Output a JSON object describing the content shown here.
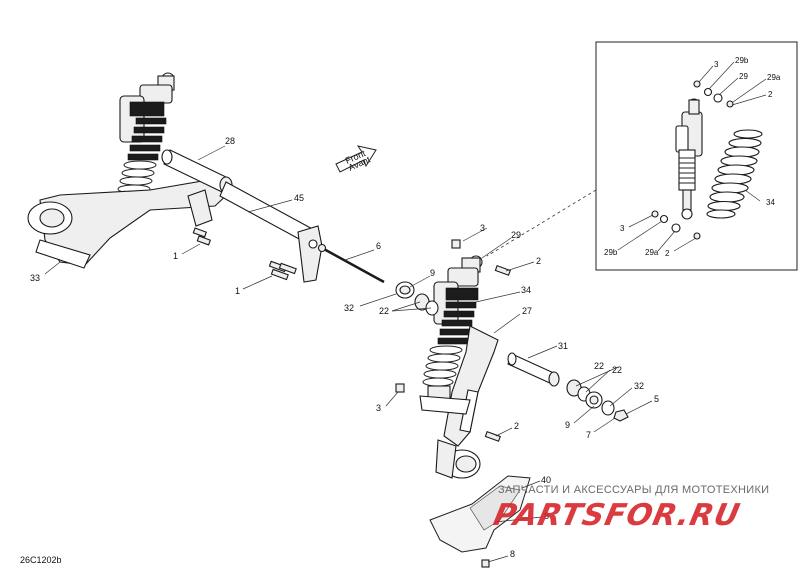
{
  "diagram_code": "26C1202b",
  "direction_label": {
    "line1": "Front",
    "line2": "Avant"
  },
  "watermark": {
    "title": "ЗАПЧАСТИ И АКСЕССУАРЫ ДЛЯ МОТОТЕХНИКИ",
    "brand": "PARTSFOR.RU",
    "brand_color": "#d7262c"
  },
  "callouts": {
    "c28": "28",
    "c45": "45",
    "c1a": "1",
    "c1b": "1",
    "c33": "33",
    "c6": "6",
    "c3a": "3",
    "c29": "29",
    "c2a": "2",
    "c9a": "9",
    "c32a": "32",
    "c22a": "22",
    "c34": "34",
    "c27": "27",
    "c31": "31",
    "c22b": "22",
    "c22c": "22",
    "c32b": "32",
    "c5": "5",
    "c9b": "9",
    "c7": "7",
    "c3b": "3",
    "c2b": "2",
    "c40": "40",
    "c8a": "8",
    "c8b": "8",
    "d3a": "3",
    "d29b_top": "29b",
    "d29": "29",
    "d29a_top": "29a",
    "d2a": "2",
    "d34": "34",
    "d3b": "3",
    "d29b_bot": "29b",
    "d29a_bot": "29a",
    "d2b": "2"
  }
}
